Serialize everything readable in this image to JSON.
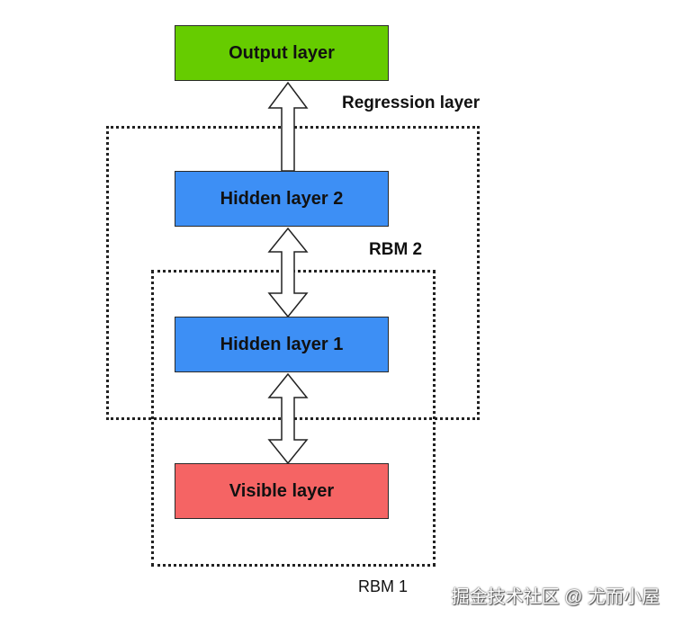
{
  "layers": {
    "output": {
      "label": "Output layer",
      "color": "#66cc00"
    },
    "hidden2": {
      "label": "Hidden layer 2",
      "color": "#3d8ff5"
    },
    "hidden1": {
      "label": "Hidden layer 1",
      "color": "#3d8ff5"
    },
    "visible": {
      "label": "Visible layer",
      "color": "#f56464"
    }
  },
  "groups": {
    "regression": {
      "label": "Regression layer"
    },
    "rbm2": {
      "label": "RBM 2"
    },
    "rbm1": {
      "label": "RBM 1"
    }
  },
  "connections": [
    {
      "from": "hidden2",
      "to": "output",
      "type": "single-up-arrow"
    },
    {
      "from": "hidden1",
      "to": "hidden2",
      "type": "double-arrow"
    },
    {
      "from": "visible",
      "to": "hidden1",
      "type": "double-arrow"
    }
  ],
  "watermark": "掘金技术社区 @ 尤而小屋"
}
